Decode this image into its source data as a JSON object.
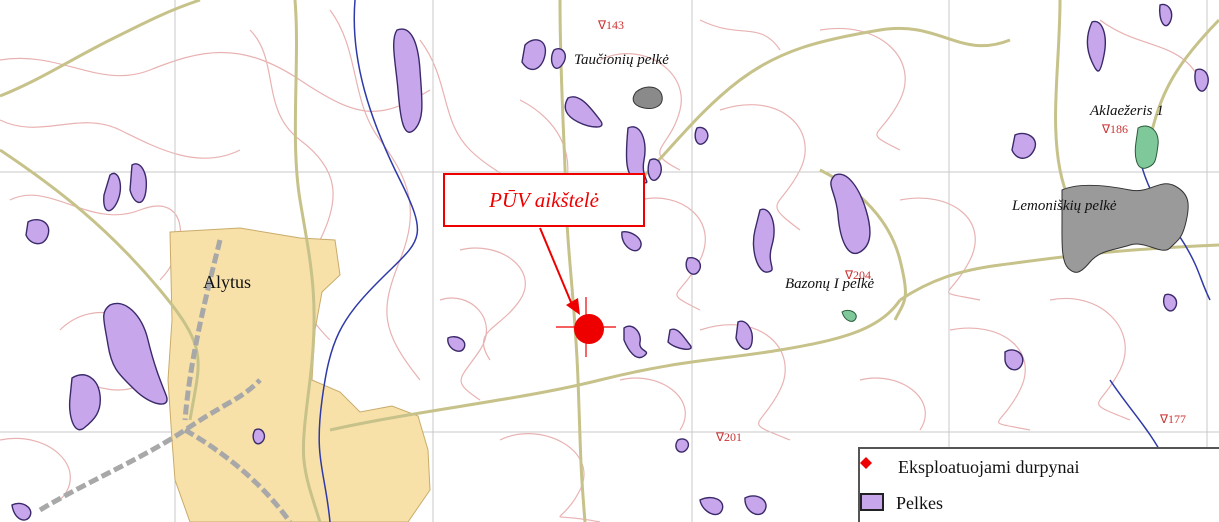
{
  "map": {
    "city_label": "Alytus",
    "callout_label": "PŪV aikštelė",
    "place_labels": {
      "tauconiu": "Taučionių pelkė",
      "aklacezis": "Aklaežeris 1",
      "lemoniskiu": "Lemoniškių pelkė",
      "bazoniu": "Bazonų I pelkė"
    },
    "elevations": {
      "e143": "∇143",
      "e201": "∇201",
      "e177": "∇177",
      "e204": "∇204",
      "e186": "∇186"
    },
    "colors": {
      "contour": "#e9b2b2",
      "grid": "#c8c8c8",
      "road": "#c6c28a",
      "river": "#2f3aa8",
      "wetland_fill": "#c8a6ec",
      "wetland_stroke": "#3a2a6a",
      "city_fill": "#f7e1a9",
      "peat_green": "#7fc89a",
      "peat_grey": "#8a8a8a",
      "marker_red": "#ee0000"
    }
  },
  "legend": {
    "items": [
      {
        "label": "Eksploatuojami durpynai",
        "icon": "red-diamond-icon"
      },
      {
        "label": "Pelkes",
        "icon": "purple-swatch-icon"
      }
    ]
  }
}
